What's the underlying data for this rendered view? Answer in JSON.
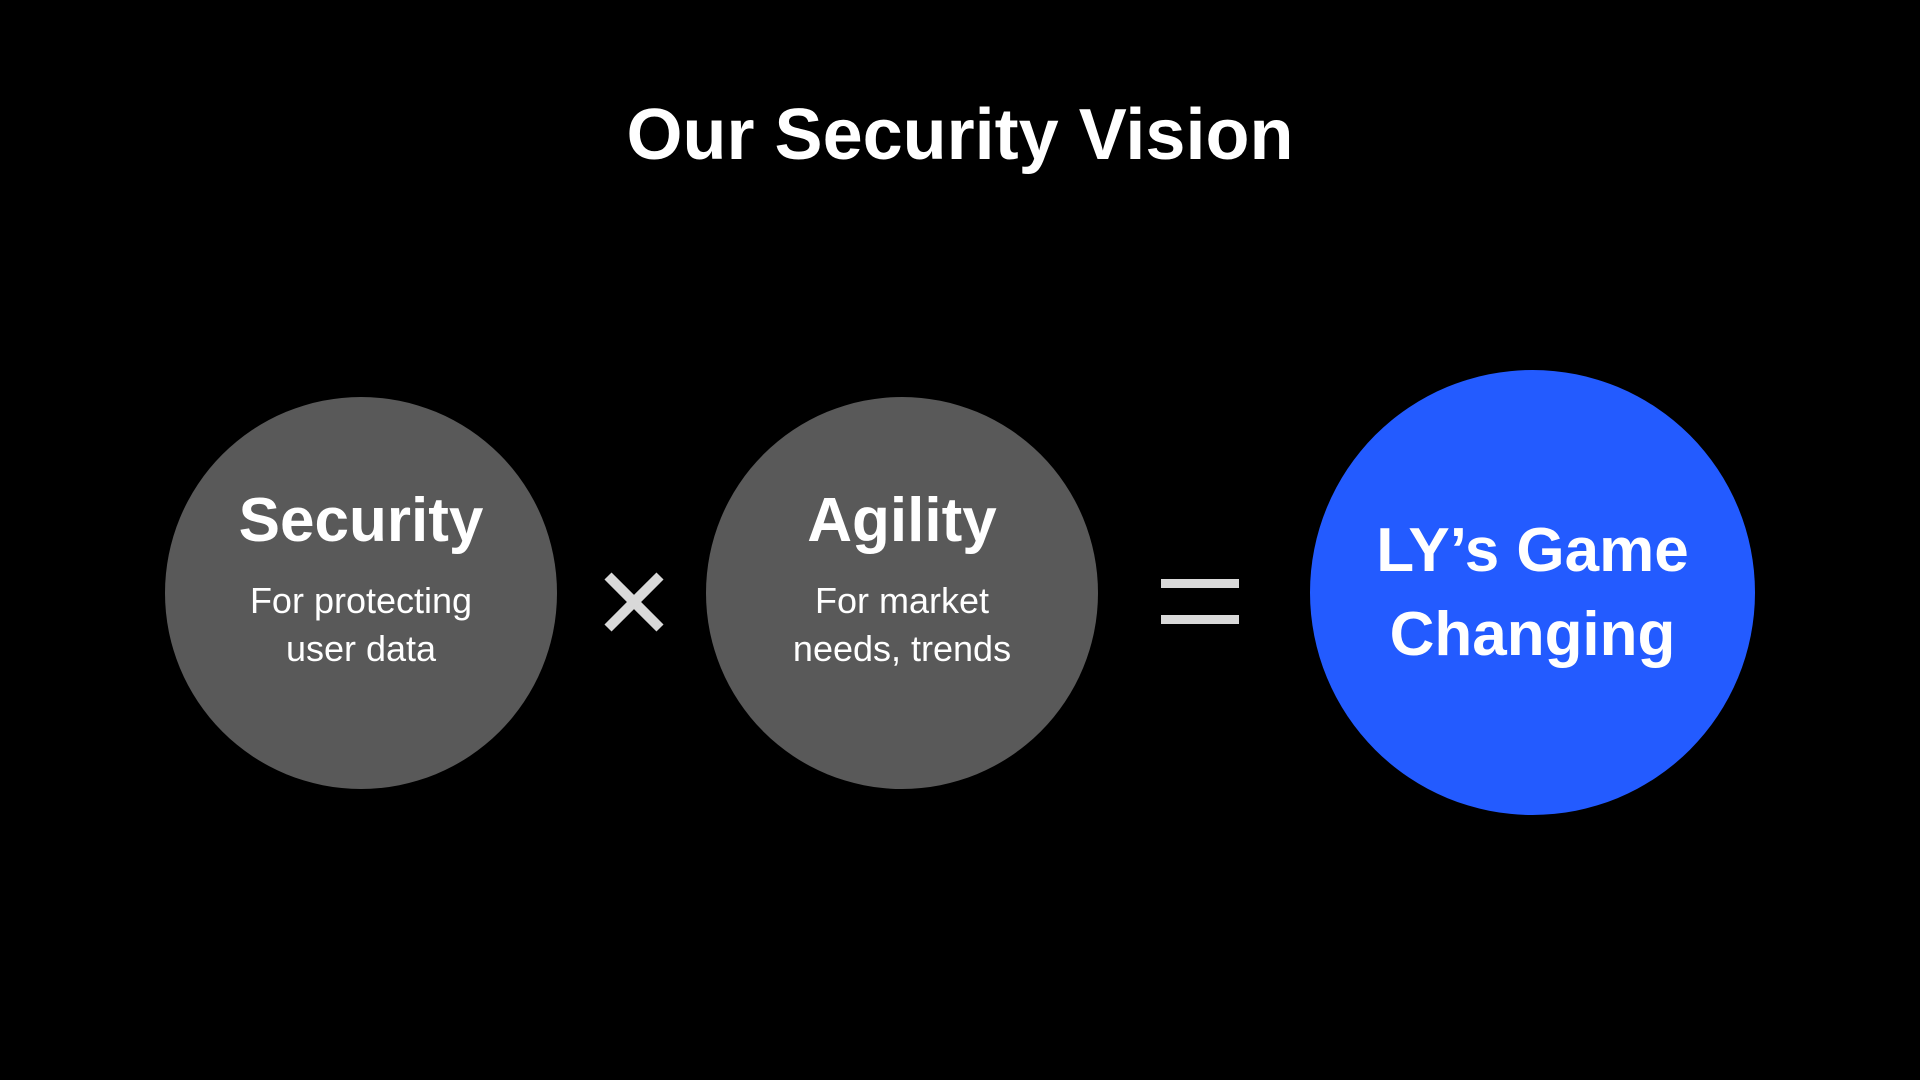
{
  "slide": {
    "title": "Our Security Vision",
    "background_color": "#000000"
  },
  "left_circle": {
    "heading": "Security",
    "subtext": "For protecting\nuser data",
    "color": "#595959"
  },
  "operator_multiply": {
    "icon": "multiply-icon",
    "color": "#D9D9D9"
  },
  "middle_circle": {
    "heading": "Agility",
    "subtext": "For market\nneeds, trends",
    "color": "#595959"
  },
  "operator_equals": {
    "icon": "equals-icon",
    "color": "#D9D9D9"
  },
  "result_circle": {
    "label": "LY’s Game\nChanging",
    "color": "#235BFF"
  }
}
